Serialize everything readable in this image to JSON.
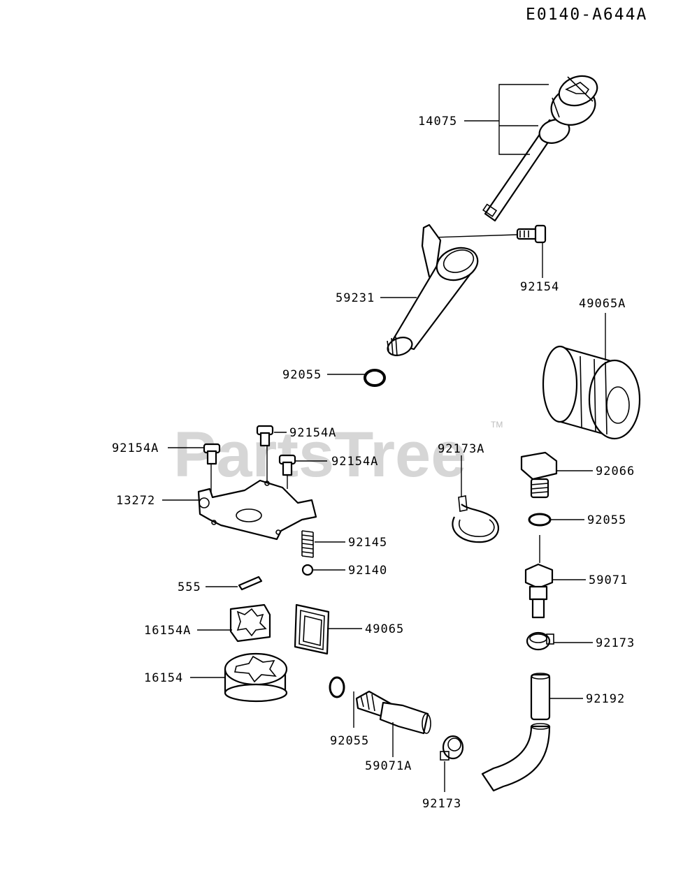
{
  "diagram_code": "E0140-A644A",
  "watermark": {
    "text": "PartsTree",
    "trademark": "TM"
  },
  "parts": {
    "p14075": "14075",
    "p92154": "92154",
    "p59231": "59231",
    "p49065A": "49065A",
    "p92055_a": "92055",
    "p92154A_a": "92154A",
    "p92154A_b": "92154A",
    "p92154A_c": "92154A",
    "p92173A": "92173A",
    "p92066": "92066",
    "p13272": "13272",
    "p92055_b": "92055",
    "p92145": "92145",
    "p92140": "92140",
    "p59071": "59071",
    "p555": "555",
    "p16154A": "16154A",
    "p49065": "49065",
    "p92173_a": "92173",
    "p16154": "16154",
    "p92192": "92192",
    "p92055_c": "92055",
    "p59071A": "59071A",
    "p92173_b": "92173"
  }
}
